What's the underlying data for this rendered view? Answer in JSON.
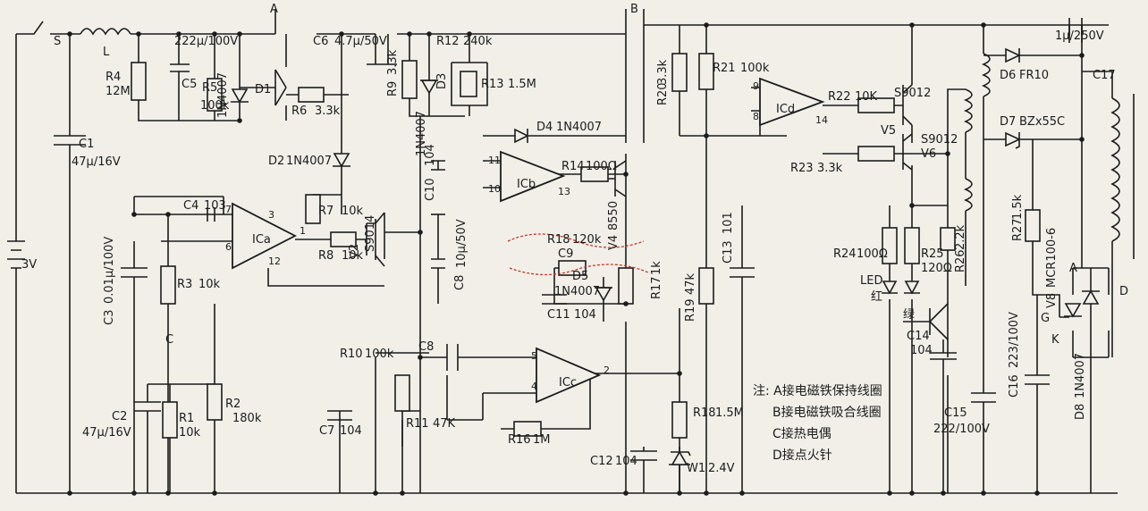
{
  "colors": {
    "ink": "#1c1c1c",
    "paper": "#f1efe8",
    "annotation": "#c0392b"
  },
  "labels": {
    "S": "S",
    "L": "L",
    "A_top": "A",
    "B_top": "B",
    "C5_val": "222μ/100V",
    "R4": "R4",
    "R4_val": "12M",
    "C5": "C5",
    "R5": "R5",
    "R5_val": "100k",
    "D1_val": "1N4007",
    "D1": "D1",
    "R6": "R6",
    "R6_val": "3.3k",
    "C6": "C6",
    "C6_val": "4.7μ/50V",
    "R9": "R9",
    "R9_val": "3.3k",
    "D3": "D3",
    "D3_val": "1N4007",
    "R12": "R12",
    "R12_val": "240k",
    "R13": "R13",
    "R13_val": "1.5M",
    "R21": "R21",
    "R21_val": "100k",
    "R20": "R20",
    "R20_val": "3.3k",
    "C17": "C17",
    "C17_val": "1μ/250V",
    "D6": "D6",
    "D6_val": "FR10",
    "D7": "D7",
    "D7_val": "BZx55C",
    "C1": "C1",
    "C1_val": "47μ/16V",
    "D2": "D2",
    "D2_val": "1N4007",
    "D4": "D4",
    "D4_val": "1N4007",
    "C10": "C10",
    "C10_val": "104",
    "R14": "R14",
    "R14_val": "100Ω",
    "ICd": "ICd",
    "ICb": "ICb",
    "ICa": "ICa",
    "ICc": "ICc",
    "p9": "9",
    "p8": "8",
    "p14": "14",
    "p11": "11",
    "p10": "10",
    "p13": "13",
    "p7": "7",
    "p6": "6",
    "p3": "3",
    "p1": "1",
    "p12": "12",
    "p5": "5",
    "p4": "4",
    "p2": "2",
    "R22": "R22",
    "R22_val": "10K",
    "V5": "V5",
    "V5_val": "S9012",
    "V6": "V6",
    "V6_val": "S9012",
    "R23": "R23",
    "R23_val": "3.3k",
    "C4": "C4",
    "C4_val": "103",
    "R7": "R7",
    "R7_val": "10k",
    "V2": "V2",
    "V2_val": "S9014",
    "R8": "R8",
    "R8_val": "10k",
    "V4": "V4",
    "V4_val": "8550",
    "R18": "R18",
    "R18_val": "120k",
    "C9": "C9",
    "C13": "C13",
    "C13_val": "101",
    "C8_val": "10μ/50V",
    "C8": "C8",
    "D5": "D5",
    "D5_val": "1N4007",
    "R17": "R17",
    "R17_val": "1k",
    "R19": "R19",
    "R19_val": "47k",
    "C11": "C11",
    "C11_val": "104",
    "R24": "R24",
    "R24_val": "100Ω",
    "R25": "R25",
    "R25_val": "120Ω",
    "R26": "R26",
    "R26_val": "2.2k",
    "R27": "R27",
    "R27_val": "1.5k",
    "LED": "LED",
    "red": "红",
    "green": "绿",
    "C14": "C14",
    "C14_val": "104",
    "V8": "V8",
    "V8_val": "MCR100-6",
    "A_scr": "A",
    "G_scr": "G",
    "K_scr": "K",
    "D_label": "D",
    "battery": "3V",
    "C3": "C3",
    "C3_val": "0.01μ/100V",
    "R3": "R3",
    "R3_val": "10k",
    "R10": "R10",
    "R10_val": "100k",
    "C8b": "C8",
    "R2": "R2",
    "R2_val": "180k",
    "C2": "C2",
    "C2_val": "47μ/16V",
    "R1": "R1",
    "R1_val": "10k",
    "C_label": "C",
    "C7": "C7",
    "C7_val": "104",
    "R11": "R11",
    "R11_val": "47K",
    "R16": "R16",
    "R16_val": "1M",
    "R18b": "R18",
    "R18b_val": "1.5M",
    "C12": "C12",
    "C12_val": "104",
    "W1": "W1",
    "W1_val": "2.4V",
    "C16": "C16",
    "C16_val": "223/100V",
    "C15": "C15",
    "C15_val": "222/100V",
    "D8": "D8",
    "D8_val": "1N4007"
  },
  "notes": {
    "line1": "注: A接电磁铁保持线圈",
    "line2": "B接电磁铁吸合线圈",
    "line3": "C接热电偶",
    "line4": "D接点火针"
  }
}
